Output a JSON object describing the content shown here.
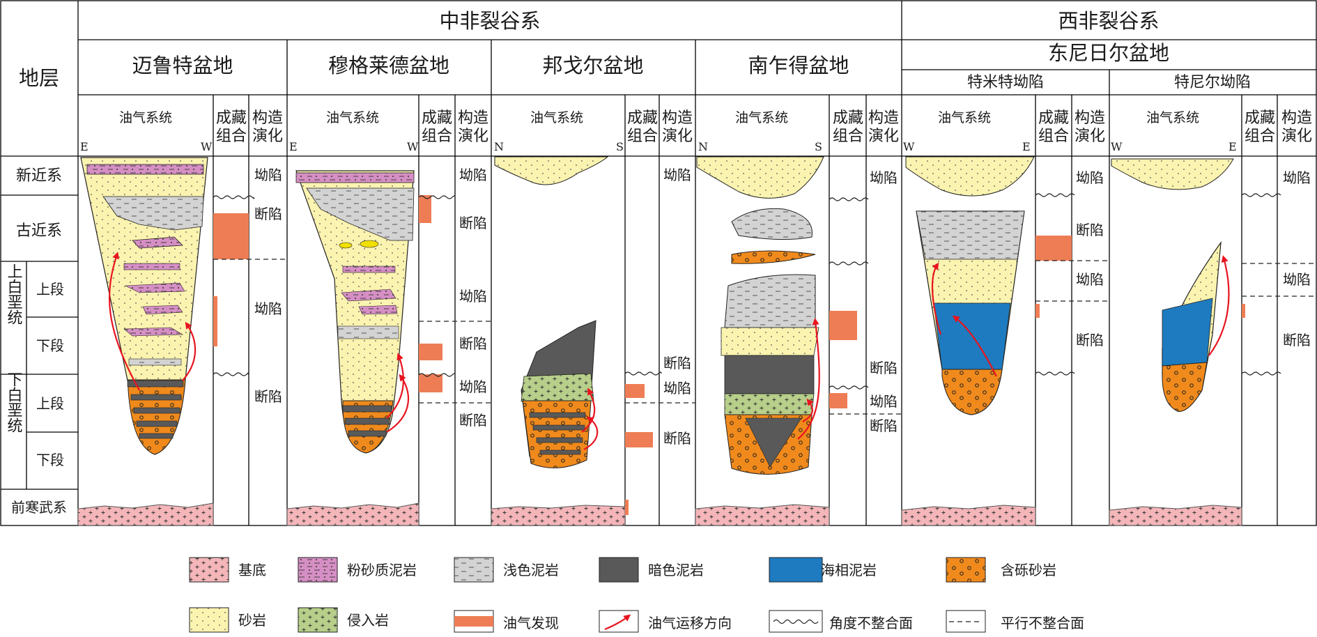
{
  "header": {
    "strata": "地层",
    "region_central": "中非裂谷系",
    "region_west": "西非裂谷系",
    "east_niger_basin": "东尼日尔盆地"
  },
  "columns": {
    "petroleum_system": "油气系统",
    "accumulation_line1": "成藏",
    "accumulation_line2": "组合",
    "tectonic_line1": "构造",
    "tectonic_line2": "演化"
  },
  "basins": [
    {
      "name": "迈鲁特盆地",
      "left_dir": "E",
      "right_dir": "W"
    },
    {
      "name": "穆格莱德盆地",
      "left_dir": "E",
      "right_dir": "W"
    },
    {
      "name": "邦戈尔盆地",
      "left_dir": "N",
      "right_dir": "S"
    },
    {
      "name": "南乍得盆地",
      "left_dir": "N",
      "right_dir": "S"
    },
    {
      "name": "特米特坳陷",
      "left_dir": "W",
      "right_dir": "E"
    },
    {
      "name": "特尼尔坳陷",
      "left_dir": "W",
      "right_dir": "E"
    }
  ],
  "strata": {
    "neogene": "新近系",
    "paleogene": "古近系",
    "upper_cretaceous": "上白垩统",
    "lower_cretaceous": "下白垩统",
    "upper_member": "上段",
    "lower_member": "下段",
    "precambrian": "前寒武系"
  },
  "tectonic_stages": {
    "sag": "坳陷",
    "fault": "断陷"
  },
  "legend": {
    "basement": "基底",
    "silty_mudstone": "粉砂质泥岩",
    "light_mudstone": "浅色泥岩",
    "dark_mudstone": "暗色泥岩",
    "marine_mudstone": "海相泥岩",
    "pebbly_sandstone": "含砾砂岩",
    "sandstone": "砂岩",
    "intrusive_rock": "侵入岩",
    "hydrocarbon_discovery": "油气发现",
    "migration_direction": "油气运移方向",
    "angular_unconformity": "角度不整合面",
    "parallel_unconformity": "平行不整合面"
  },
  "colors": {
    "basement": "#f4b6b9",
    "silty_mudstone": "#d68fc4",
    "light_mudstone": "#d3d3d3",
    "dark_mudstone": "#595959",
    "marine_mudstone": "#1e7bbf",
    "pebbly_sandstone": "#f08a1c",
    "sandstone": "#fbf3b0",
    "intrusive_rock": "#b7cf8a",
    "discovery": "#ee7d55",
    "arrow": "#e8141f"
  }
}
